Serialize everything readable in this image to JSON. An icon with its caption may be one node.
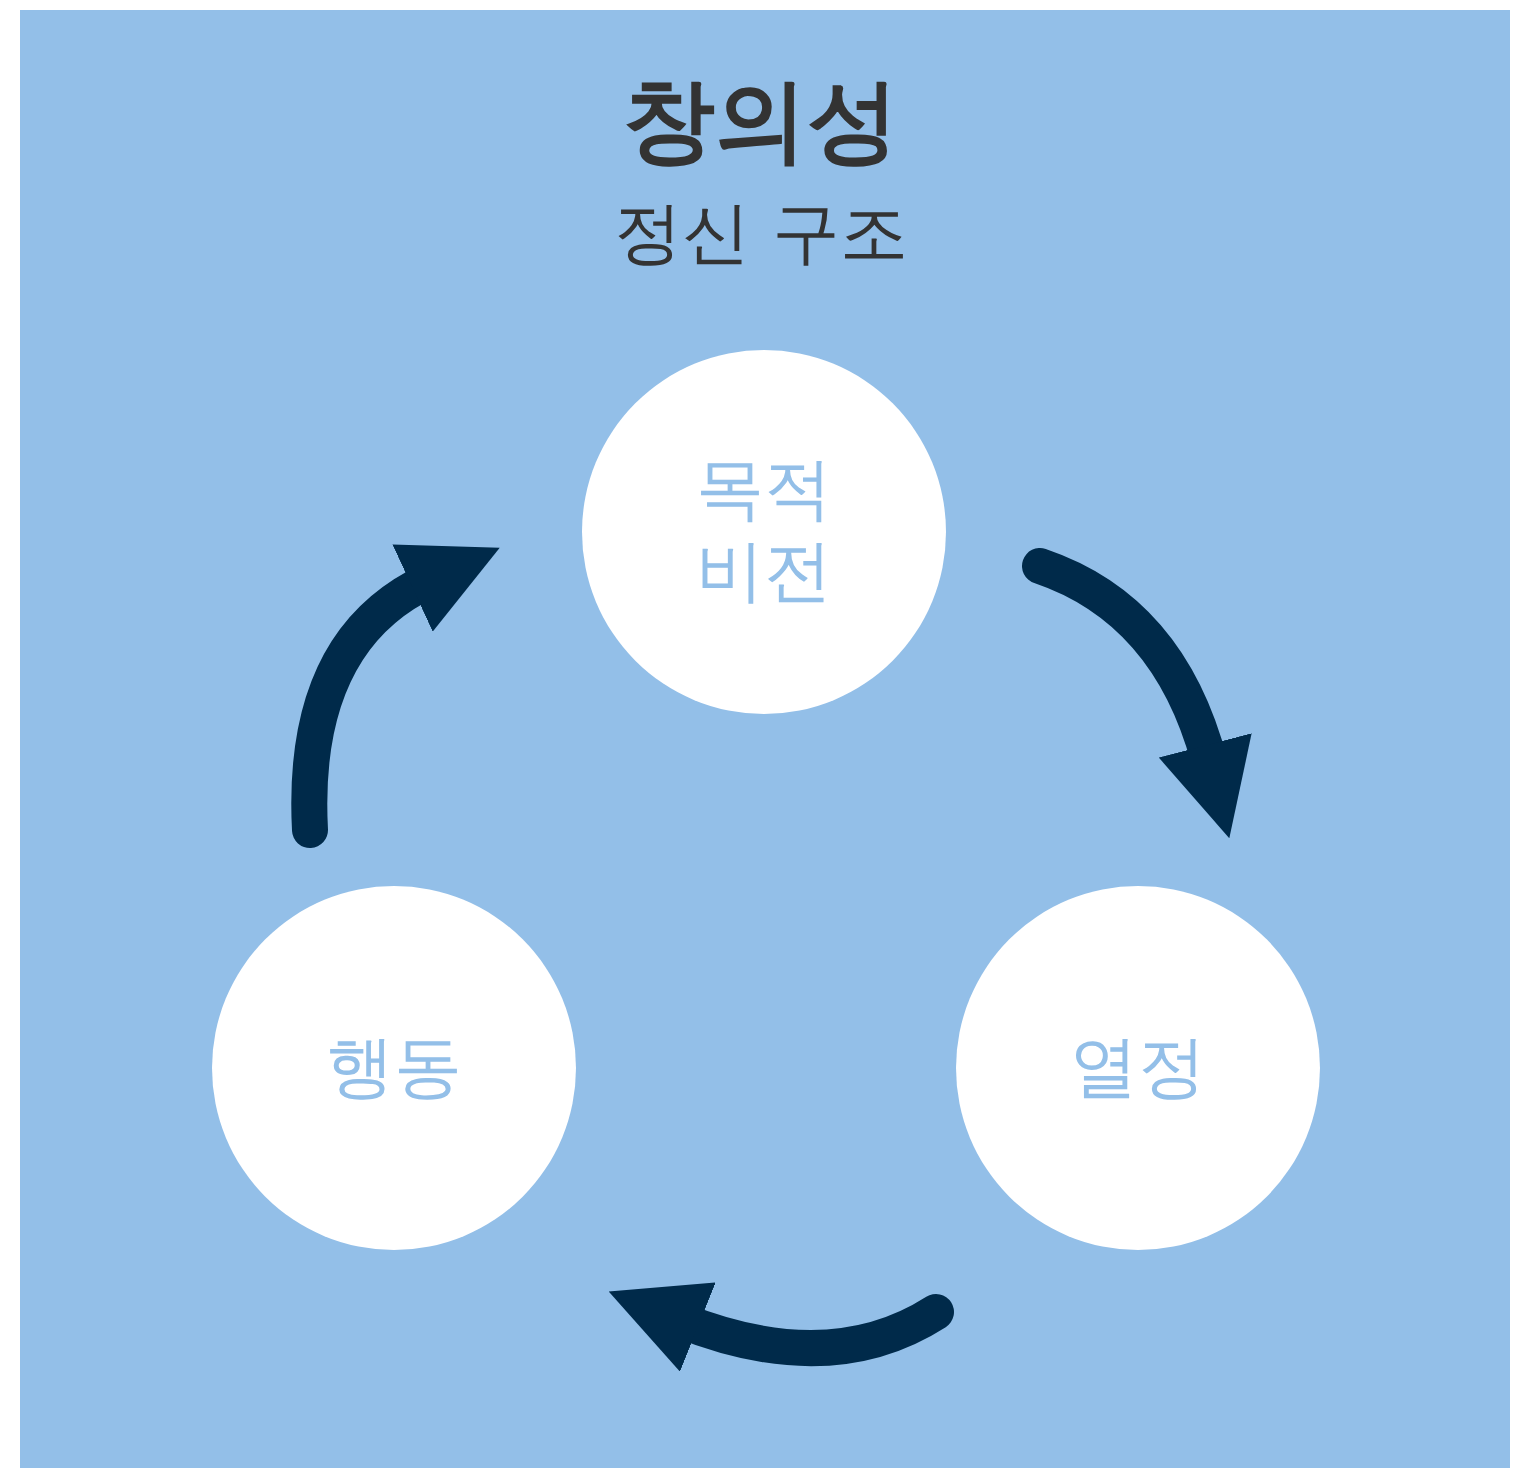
{
  "diagram": {
    "title": "창의성",
    "nodes": [
      {
        "text": [
          "목적 비전"
        ]
      },
      {
        "text": [
          "행동"
        ]
      },
      {
        "text": [
          "열정"
        ]
      }
    ],
    "edges": [
      {
        "from": 0,
        "to": 2,
        "arrow": "to"
      },
      {
        "from": 2,
        "to": 1,
        "arrow": "to"
      },
      {
        "from": 1,
        "to": 0,
        "arrow": "to"
      }
    ],
    "labels": [
      "정신 구조"
    ]
  }
}
